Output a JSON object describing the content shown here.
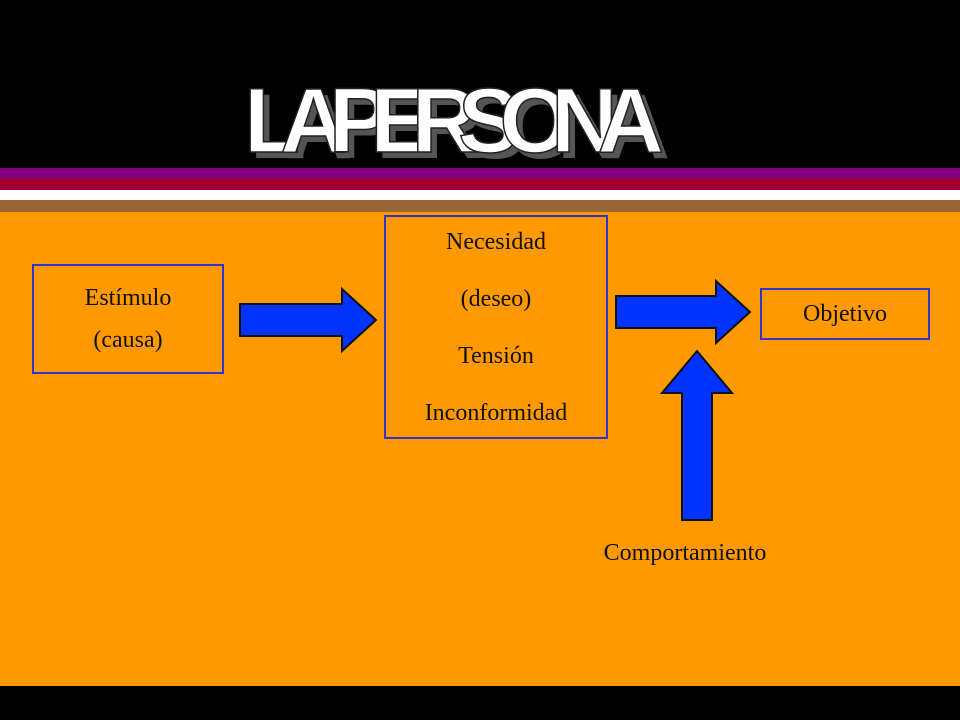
{
  "slide": {
    "title": "LA PERSONA",
    "colors": {
      "background": "#FF9900",
      "title_band": "#000000",
      "stripe_purple": "#800080",
      "stripe_red": "#A00030",
      "stripe_brown": "#996633",
      "box_border": "#3333CC",
      "arrow_fill": "#0033FF"
    }
  },
  "diagram": {
    "nodes": {
      "estimulo": {
        "lines": [
          "Estímulo",
          "(causa)"
        ]
      },
      "necesidad": {
        "lines": [
          "Necesidad",
          "(deseo)",
          "Tensión",
          "Inconformidad"
        ]
      },
      "objetivo": {
        "lines": [
          "Objetivo"
        ]
      },
      "comportamiento": {
        "text": "Comportamiento"
      }
    },
    "edges": [
      {
        "from": "estimulo",
        "to": "necesidad",
        "icon": "arrow-right-icon"
      },
      {
        "from": "necesidad",
        "to": "objetivo",
        "icon": "arrow-right-icon"
      },
      {
        "from": "comportamiento",
        "to": "objetivo",
        "icon": "arrow-up-icon"
      }
    ]
  }
}
